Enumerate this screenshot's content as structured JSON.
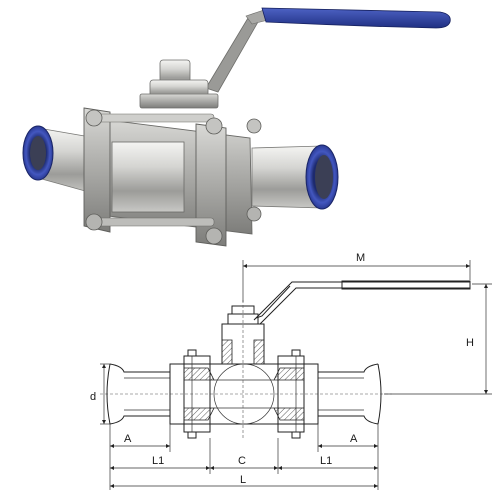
{
  "diagram": {
    "labels": {
      "M": "M",
      "H": "H",
      "d": "d",
      "A_left": "A",
      "A_right": "A",
      "L1_left": "L1",
      "L1_right": "L1",
      "C": "C",
      "L": "L"
    },
    "colors": {
      "handle_grip": "#2c3f9a",
      "press_ring": "#3a4db4",
      "steel_light": "#e6e6e4",
      "steel_mid": "#b9b9b6",
      "steel_dark": "#7e7e7c",
      "line": "#222222"
    }
  }
}
